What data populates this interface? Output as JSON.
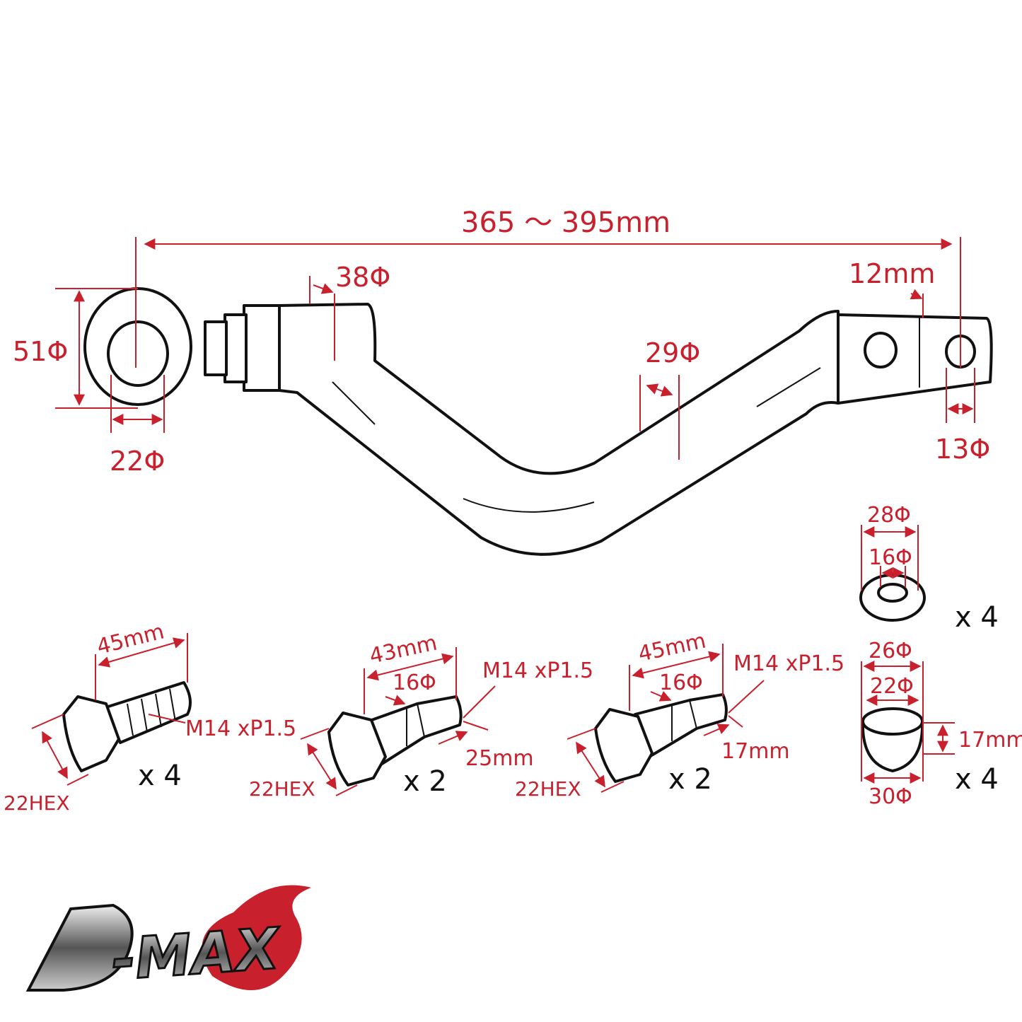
{
  "colors": {
    "dimension": "#c8202c",
    "outline": "#111111"
  },
  "arm": {
    "overall_length": "365 ～ 395mm",
    "body_diameter": "38Φ",
    "clevis_thickness": "12mm",
    "eye_outer": "51Φ",
    "tube_diameter": "29Φ",
    "eye_inner": "22Φ",
    "clevis_hole": "13Φ"
  },
  "washer": {
    "outer": "28Φ",
    "inner": "16Φ",
    "qty": "x 4"
  },
  "bushing": {
    "top_outer": "26Φ",
    "top_inner": "22Φ",
    "height": "17mm",
    "bottom": "30Φ",
    "qty": "x 4"
  },
  "bolts": [
    {
      "length": "45mm",
      "thread": "M14 xP1.5",
      "hex": "22HEX",
      "qty": "x 4"
    },
    {
      "length": "43mm",
      "shoulder": "16Φ",
      "thread": "M14 xP1.5",
      "thread_length": "25mm",
      "hex": "22HEX",
      "qty": "x 2"
    },
    {
      "length": "45mm",
      "shoulder": "16Φ",
      "thread": "M14 xP1.5",
      "thread_length": "17mm",
      "hex": "22HEX",
      "qty": "x 2"
    }
  ],
  "logo": {
    "text": "D-MAX"
  }
}
